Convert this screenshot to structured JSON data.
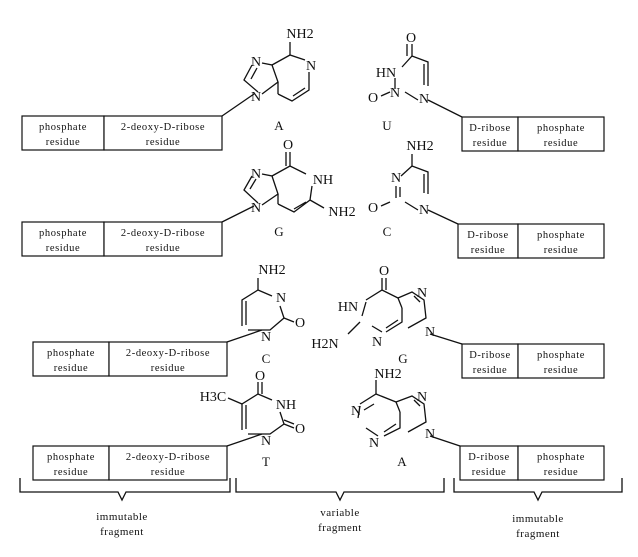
{
  "boxes": {
    "phosphate": [
      "phosphate",
      "residue"
    ],
    "deoxyribose": [
      "2-deoxy-D-ribose",
      "residue"
    ],
    "ribose": [
      "D-ribose",
      "residue"
    ]
  },
  "bases_left": [
    "A",
    "G",
    "C",
    "T"
  ],
  "bases_right": [
    "U",
    "C",
    "G",
    "A"
  ],
  "atoms": {
    "NH": "NH",
    "HN": "HN",
    "N": "N",
    "O": "O",
    "NH2": "NH2",
    "H2N": "H2N",
    "H3C": "H3C"
  },
  "fragments": [
    [
      "immutable",
      "fragment"
    ],
    [
      "variable",
      "fragment"
    ],
    [
      "immutable",
      "fragment"
    ]
  ]
}
